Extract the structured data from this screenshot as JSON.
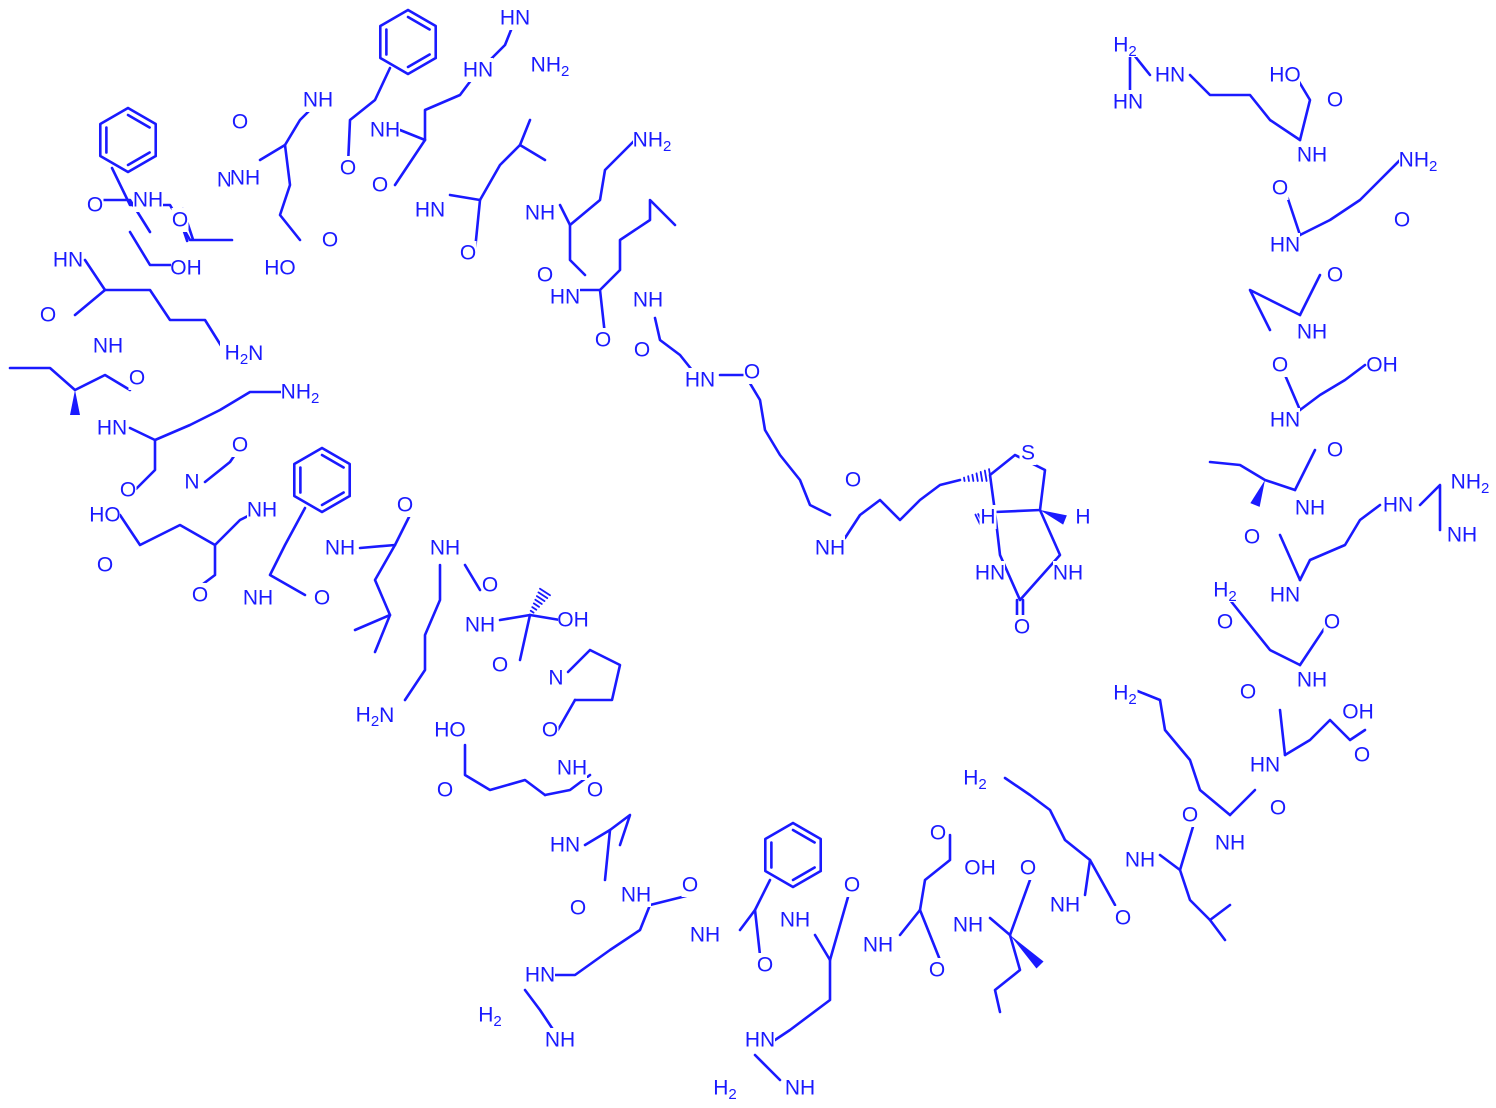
{
  "colors": {
    "ink": "#1a1aff",
    "background": "#ffffff"
  },
  "labels": {
    "nh": "NH",
    "hn": "HN",
    "n": "N",
    "o": "O",
    "oh": "OH",
    "ho": "HO",
    "nh2": "NH",
    "h2n": "H",
    "s": "S",
    "h": "H",
    "two": "2"
  }
}
